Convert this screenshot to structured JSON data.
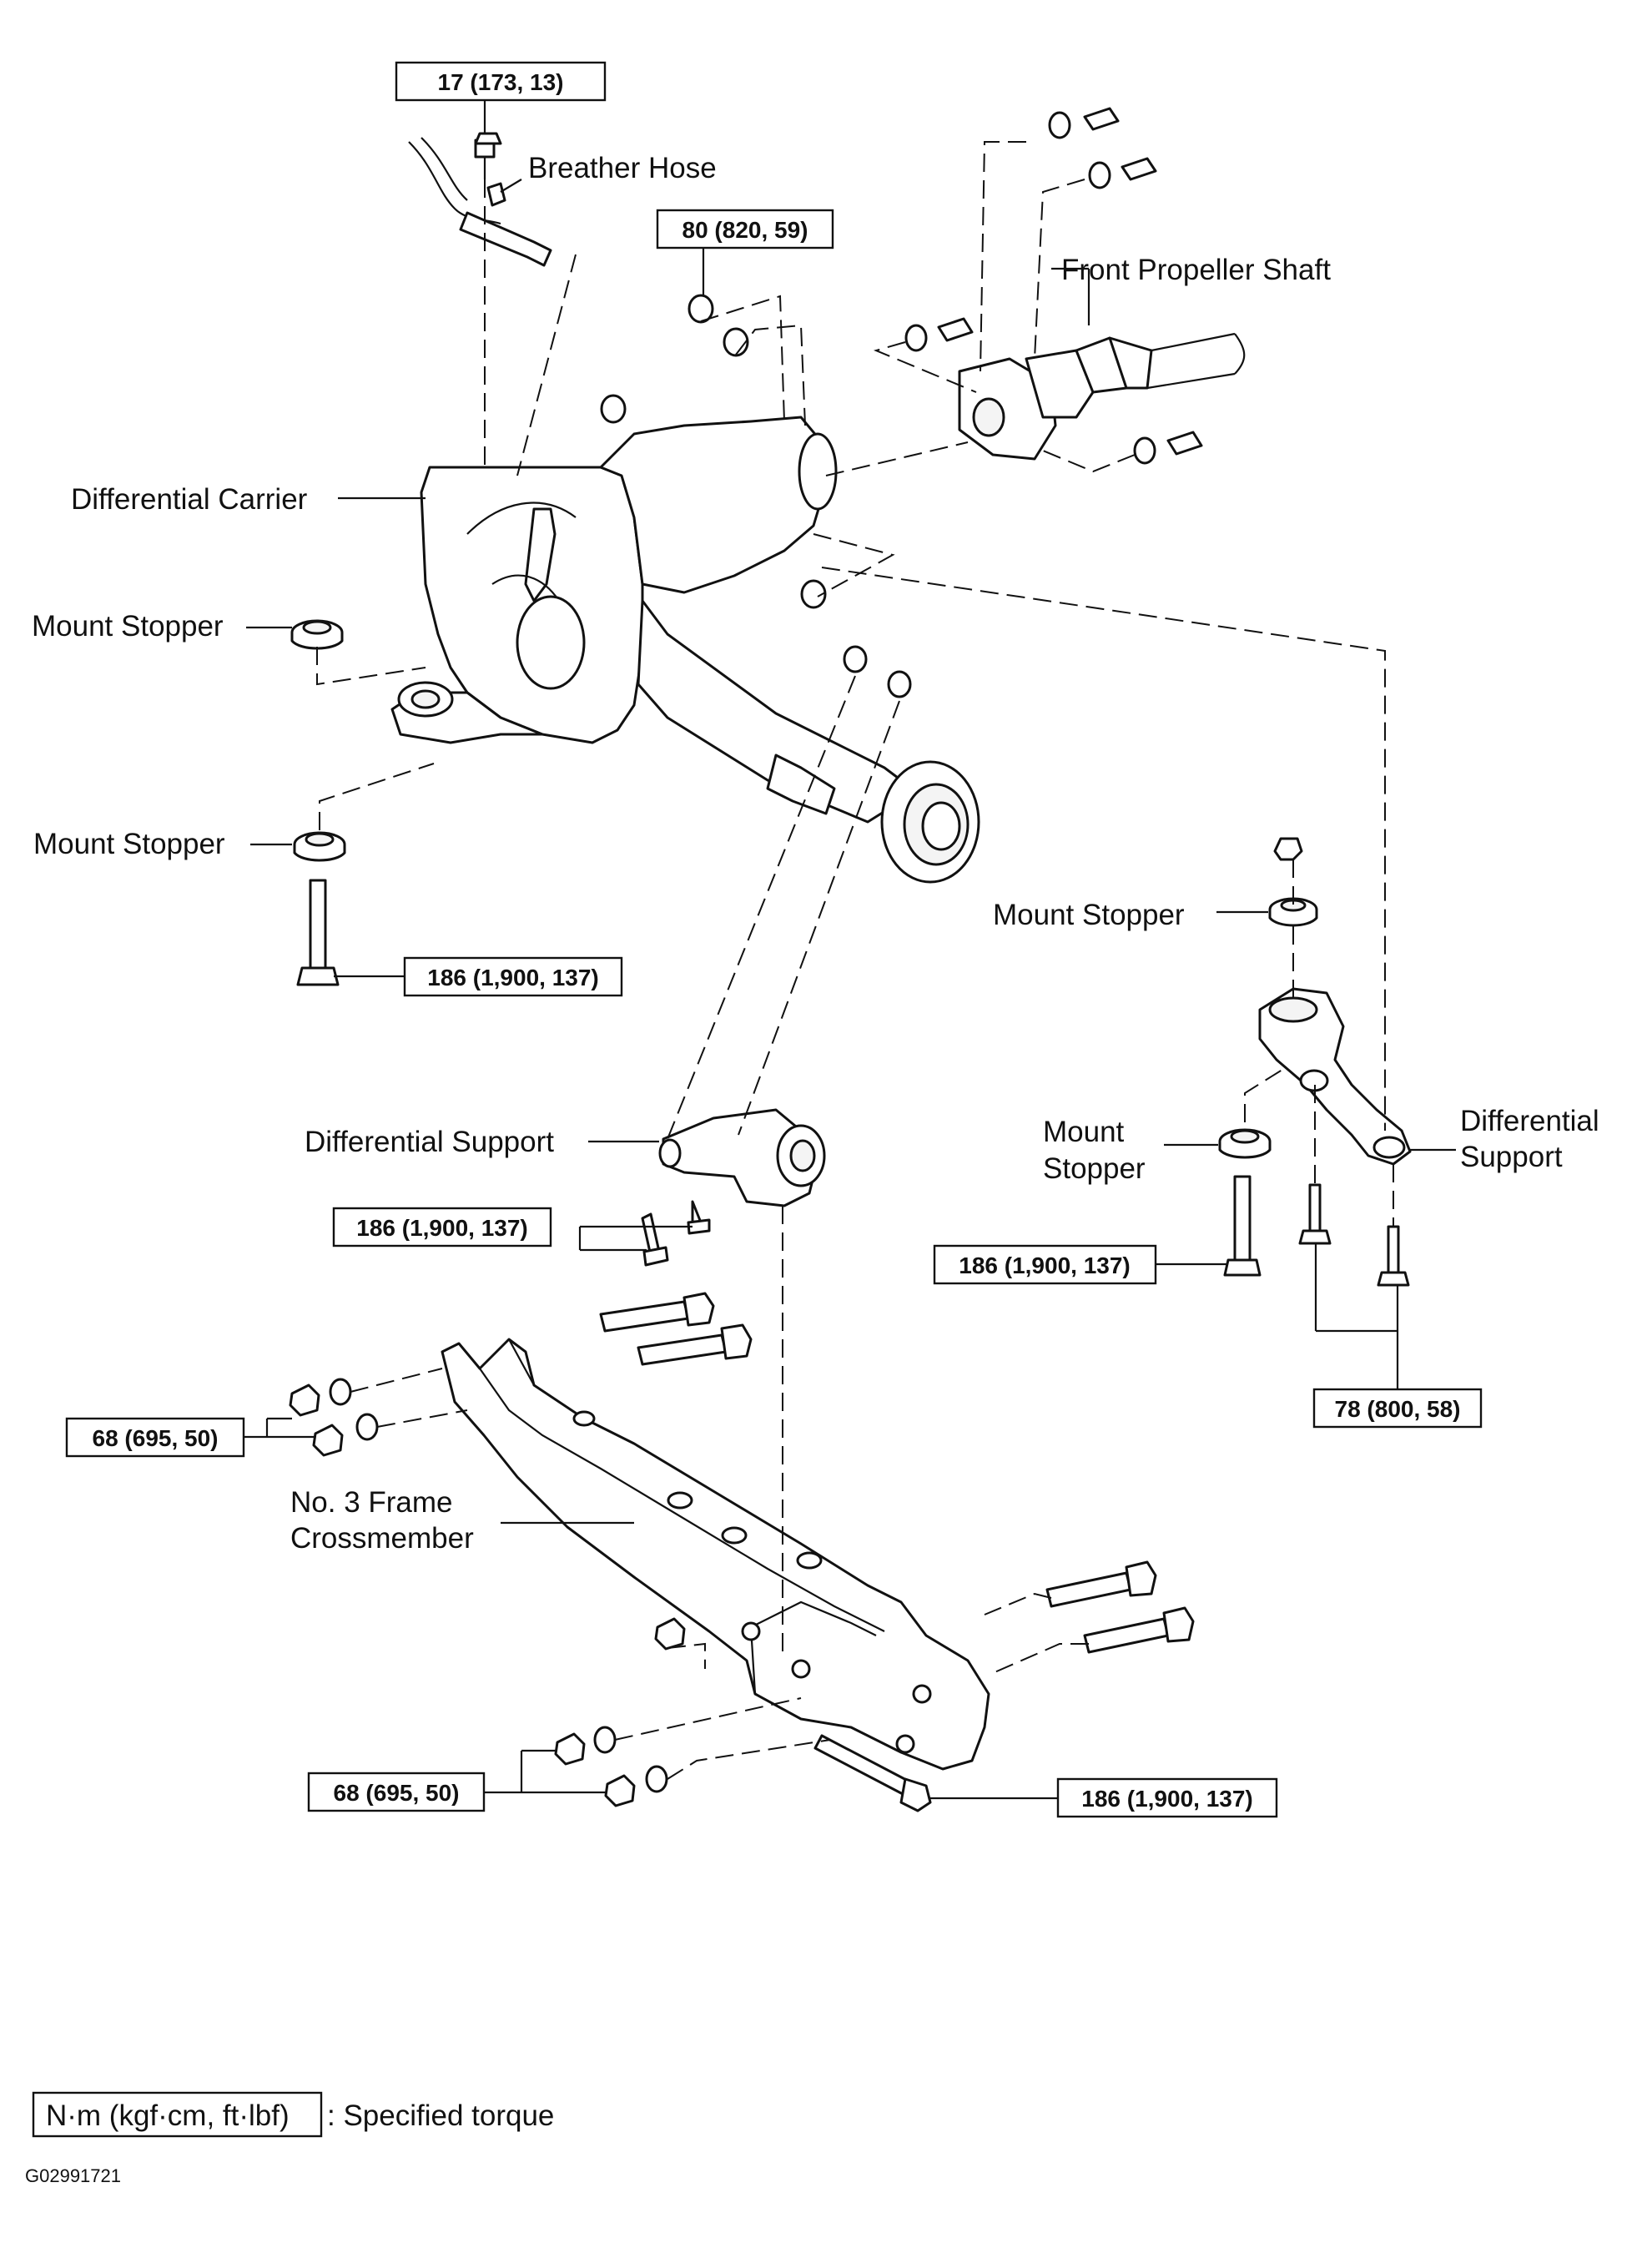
{
  "labels": {
    "breather_hose": "Breather Hose",
    "front_propeller_shaft": "Front Propeller Shaft",
    "differential_carrier": "Differential Carrier",
    "mount_stopper_1": "Mount Stopper",
    "mount_stopper_2": "Mount Stopper",
    "mount_stopper_3": "Mount Stopper",
    "mount_stopper_4_line1": "Mount",
    "mount_stopper_4_line2": "Stopper",
    "differential_support_left": "Differential Support",
    "differential_support_right_line1": "Differential",
    "differential_support_right_line2": "Support",
    "crossmember_line1": "No. 3 Frame",
    "crossmember_line2": "Crossmember"
  },
  "torques": {
    "t_17": "17 (173, 13)",
    "t_80": "80 (820, 59)",
    "t_186_mount": "186 (1,900, 137)",
    "t_186_support_left": "186 (1,900, 137)",
    "t_186_support_right": "186 (1,900, 137)",
    "t_78": "78 (800, 58)",
    "t_68_upper": "68 (695, 50)",
    "t_68_lower": "68 (695, 50)",
    "t_186_bottom": "186 (1,900, 137)"
  },
  "legend": {
    "unit": "N·m (kgf·cm, ft·lbf)",
    "text": ": Specified torque"
  },
  "figure_code": "G02991721"
}
